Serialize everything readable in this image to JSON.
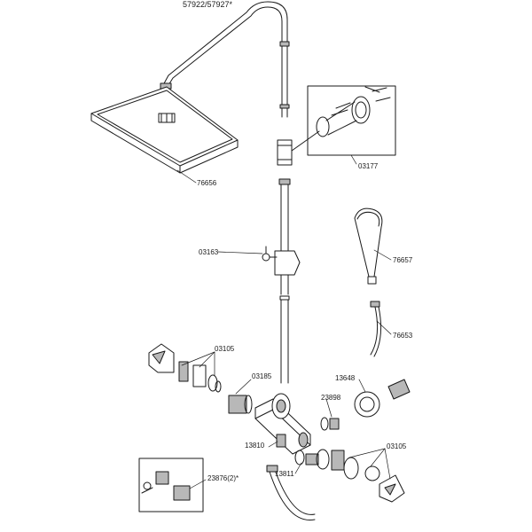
{
  "header": {
    "model": "57922/57927*"
  },
  "parts": {
    "head_shower": "76656",
    "wall_bracket": "03177",
    "riser_rail": "03163",
    "hand_shower": "76657",
    "shower_hose": "76653",
    "handle_set_left": "03105",
    "cartridge_left": "03185",
    "aerator": "13810",
    "diverter": "13811",
    "check_valve": "23898",
    "escutcheon_set": "13648",
    "handle_set_right": "03105",
    "check_valve_inset": "23876",
    "check_valve_inset_suffix": "(2)*"
  },
  "colors": {
    "line": "#1a1a1a",
    "fill": "#ffffff",
    "shade": "#b8b8b8"
  }
}
